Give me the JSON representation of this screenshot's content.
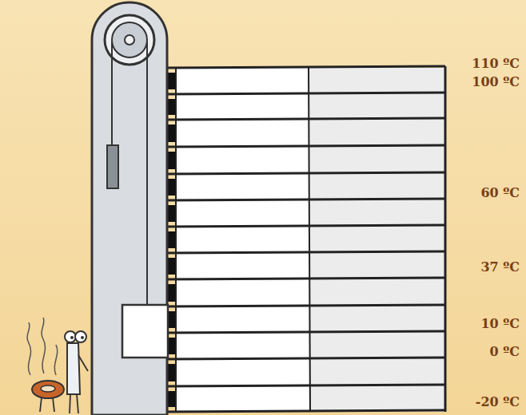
{
  "diagram": {
    "labels": [
      "110 ºC",
      "100 ºC",
      "60 ºC",
      "37 ºC",
      "10 ºC",
      "0 ºC",
      "-20 ºC"
    ]
  }
}
